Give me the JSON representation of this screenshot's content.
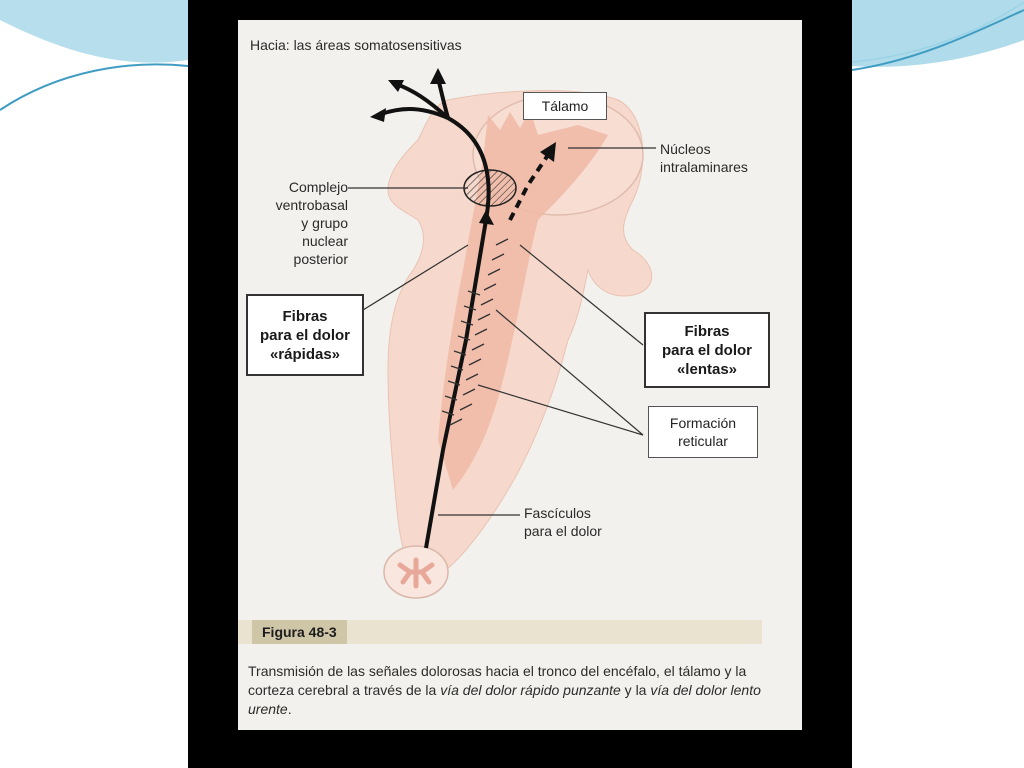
{
  "figure": {
    "top_label": "Hacia: las áreas somatosensitivas",
    "thalamus_label": "Tálamo",
    "nucleos_line1": "Núcleos",
    "nucleos_line2": "intralaminares",
    "complejo_lines": [
      "Complejo",
      "ventrobasal",
      "y grupo",
      "nuclear",
      "posterior"
    ],
    "fast_fibers_lines": [
      "Fibras",
      "para el dolor",
      "«rápidas»"
    ],
    "slow_fibers_lines": [
      "Fibras",
      "para el dolor",
      "«lentas»"
    ],
    "reticular_lines": [
      "Formación",
      "reticular"
    ],
    "fasciculos_lines": [
      "Fascículos",
      "para el dolor"
    ],
    "figure_number": "Figura 48-3",
    "caption_part1": "Transmisión de las señales dolorosas hacia el tronco del encéfalo, el tálamo y la corteza cerebral a través de la ",
    "caption_italic1": "vía del dolor rápido punzante",
    "caption_part2": " y la ",
    "caption_italic2": "vía del dolor lento urente",
    "caption_part3": "."
  },
  "colors": {
    "brainstem_fill": "#f6d9cc",
    "pathway_fill": "#f0b8a6",
    "page_bg": "#f3f1ed",
    "frame": "#000000",
    "slide_swoosh": "#5fb7d6"
  }
}
